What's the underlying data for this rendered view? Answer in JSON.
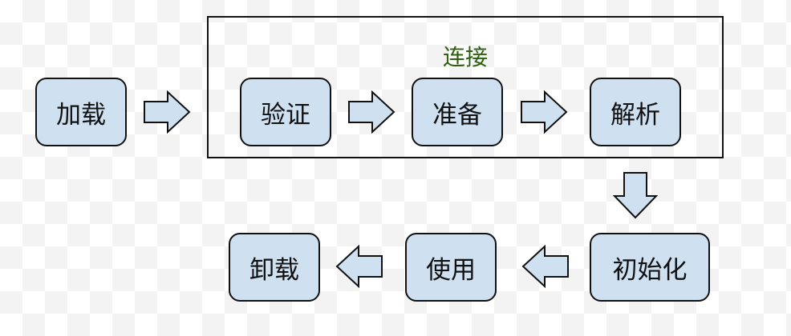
{
  "diagram": {
    "group": {
      "title": "连接"
    },
    "stages": {
      "load": "加载",
      "verify": "验证",
      "prepare": "准备",
      "resolve": "解析",
      "initialize": "初始化",
      "use": "使用",
      "unload": "卸载"
    },
    "colors": {
      "box_fill": "#cfe0f1",
      "box_border": "#111111",
      "arrow_fill": "#cfe0f1",
      "group_title": "#2e5e0e"
    }
  }
}
